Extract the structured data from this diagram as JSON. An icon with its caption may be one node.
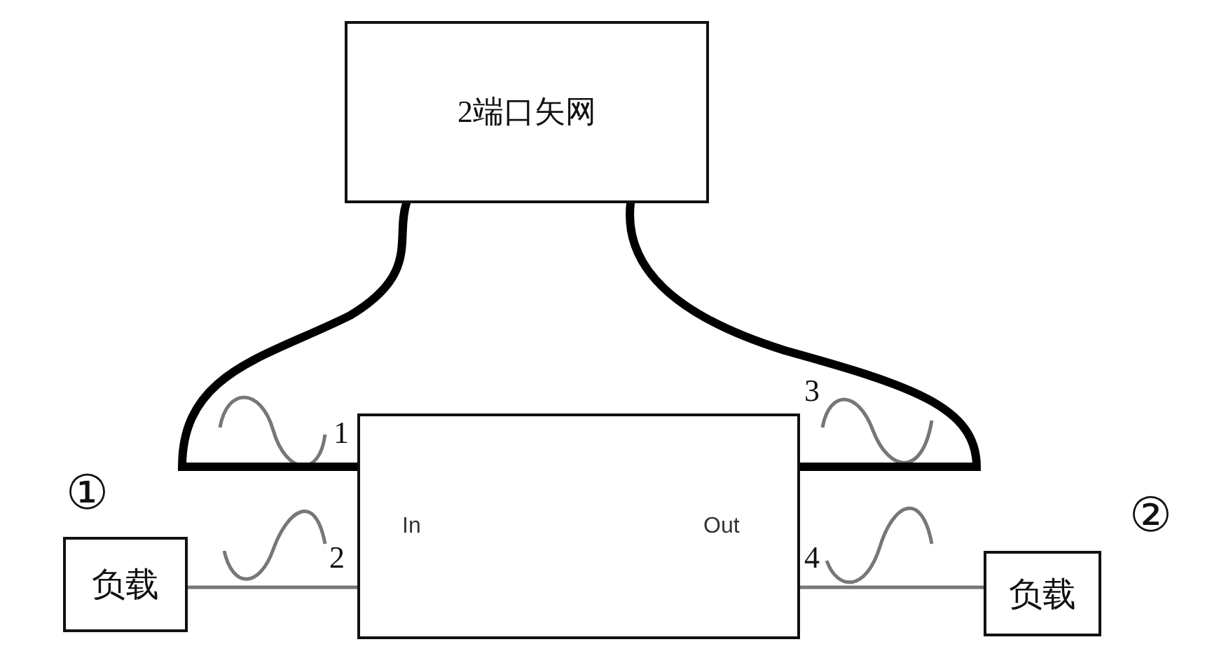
{
  "diagram": {
    "nodes": [
      {
        "text": [
          "2端口矢网"
        ]
      },
      {
        "text": [
          "In",
          "Out"
        ]
      },
      {
        "text": [
          "负载"
        ],
        "beside": [
          "①"
        ]
      },
      {
        "text": [
          "负载"
        ],
        "beside": [
          "②"
        ]
      }
    ],
    "edges": [
      {
        "from": 0,
        "to": 1,
        "arrow": "none",
        "style": "thick"
      },
      {
        "from": 0,
        "to": 1,
        "arrow": "none",
        "style": "thick"
      },
      {
        "from": 2,
        "to": 1,
        "arrow": "none",
        "color": "#777777"
      },
      {
        "from": 1,
        "to": 3,
        "arrow": "none",
        "color": "#777777"
      }
    ],
    "labels": [
      "3",
      "1",
      "2",
      "4"
    ]
  }
}
